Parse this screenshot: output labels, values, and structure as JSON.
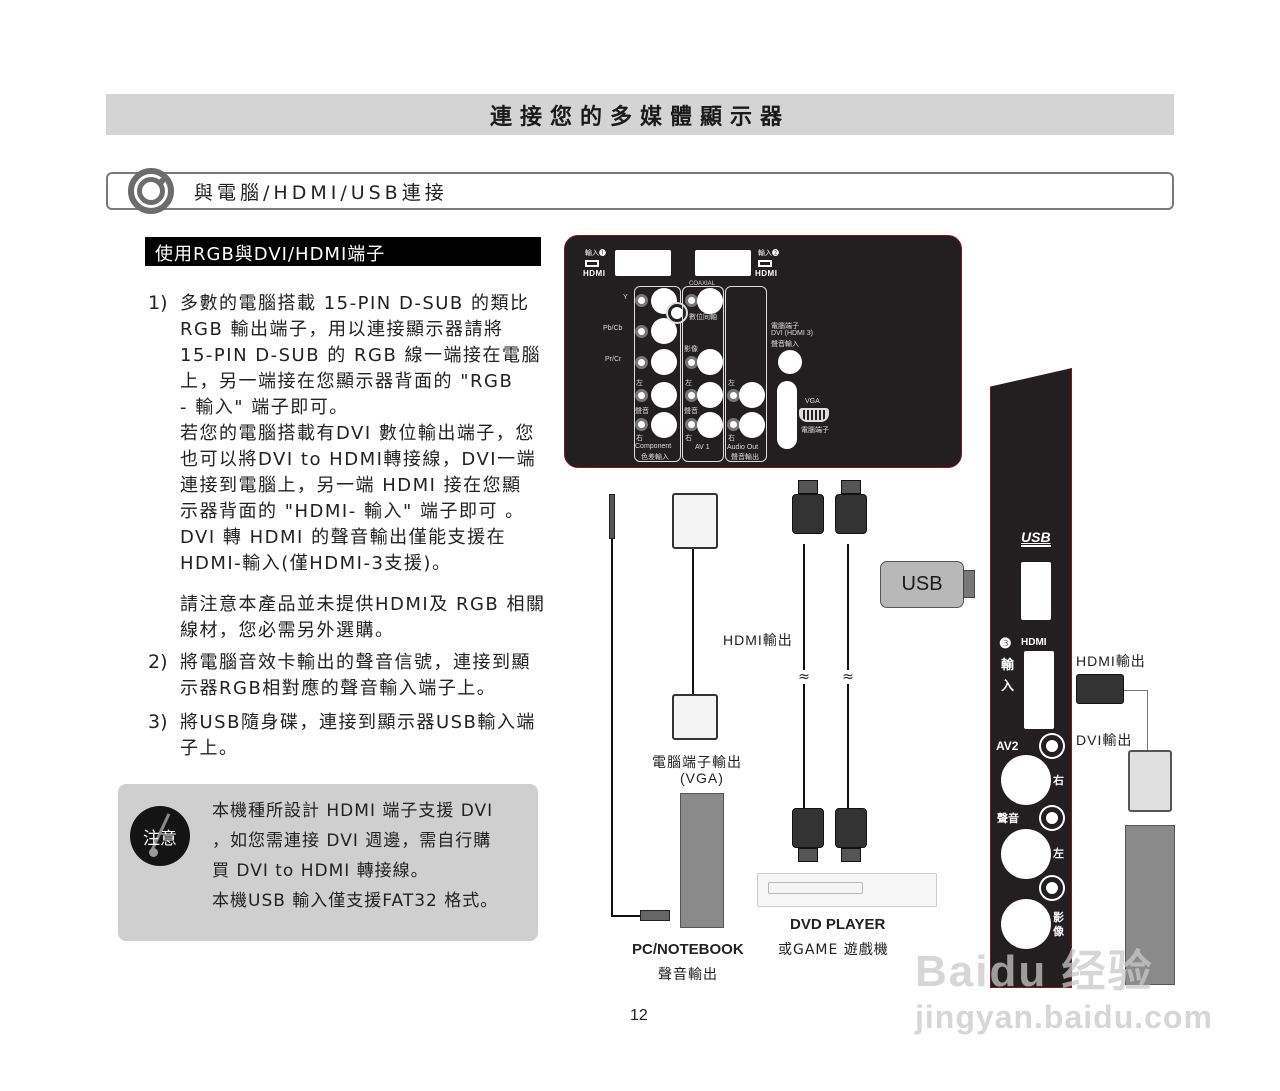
{
  "header": {
    "title": "連接您的多媒體顯示器",
    "section_title": "與電腦/HDMI/USB連接",
    "subheading": "使用RGB與DVI/HDMI端子"
  },
  "steps": [
    {
      "number": "1)",
      "lines": [
        "多數的電腦搭載 15-PIN D-SUB 的類比",
        "RGB 輸出端子，用以連接顯示器請將",
        "15-PIN D-SUB 的 RGB 線一端接在電腦",
        "上，另一端接在您顯示器背面的 \"RGB",
        "- 輸入\" 端子即可。",
        "若您的電腦搭載有DVI 數位輸出端子，您",
        "也可以將DVI to HDMI轉接線，DVI一端",
        "連接到電腦上，另一端 HDMI 接在您顯",
        "示器背面的 \"HDMI- 輸入\" 端子即可 。",
        "DVI 轉 HDMI 的聲音輸出僅能支援在",
        "HDMI-輸入(僅HDMI-3支援)。"
      ],
      "extra_lines": [
        "請注意本產品並未提供HDMI及 RGB 相關",
        "線材，您必需另外選購。"
      ]
    },
    {
      "number": "2)",
      "lines": [
        "將電腦音效卡輸出的聲音信號，連接到顯",
        "示器RGB相對應的聲音輸入端子上。"
      ]
    },
    {
      "number": "3)",
      "lines": [
        "將USB隨身碟，連接到顯示器USB輸入端",
        "子上。"
      ]
    }
  ],
  "note": {
    "badge": "注意",
    "lines": [
      "本機種所設計 HDMI 端子支援 DVI",
      "，如您需連接 DVI 週邊，需自行購",
      "買 DVI to HDMI 轉接線。",
      "本機USB 輸入僅支援FAT32 格式。"
    ]
  },
  "rear_panel": {
    "hdmi_input_1": "輸入❶",
    "hdmi_input_2": "輸入❷",
    "hdmi_logo": "HDMI",
    "coaxial": "COAXIAL",
    "digital_coax": "數位同軸",
    "component_labels": [
      "Y",
      "Pb/Cb",
      "Pr/Cr"
    ],
    "left": "左",
    "right": "右",
    "audio": "聲音",
    "video": "影像",
    "component": "Component",
    "component_cn": "色差輸入",
    "av1": "AV 1",
    "audio_out": "Audio Out",
    "audio_out_cn": "聲音輸出",
    "pc_audio_1": "電腦端子",
    "pc_audio_2": "DVI (HDMI 3)",
    "pc_audio_3": "聲音輸入",
    "vga": "VGA",
    "vga_cn": "電腦端子"
  },
  "side_panel": {
    "usb_logo": "USB",
    "hdmi3_num": "❸",
    "hdmi_logo": "HDMI",
    "input_cn_1": "輸",
    "input_cn_2": "入",
    "av2": "AV2",
    "right": "右",
    "audio": "聲音",
    "left": "左",
    "video_1": "影",
    "video_2": "像"
  },
  "diagram": {
    "usb_stick": "USB",
    "hdmi_out_center": "HDMI輸出",
    "hdmi_out_right": "HDMI輸出",
    "dvi_out": "DVI輸出",
    "vga_out": "電腦端子輸出",
    "vga_out_sub": "(VGA)",
    "pc_label": "PC/NOTEBOOK",
    "pc_sub": "聲音輸出",
    "dvd_label": "DVD PLAYER",
    "dvd_sub": "或GAME 遊戲機",
    "break_mark": "≈"
  },
  "footer": {
    "page_number": "12"
  },
  "watermark": {
    "brand": "Baidu 经验",
    "url": "jingyan.baidu.com"
  }
}
